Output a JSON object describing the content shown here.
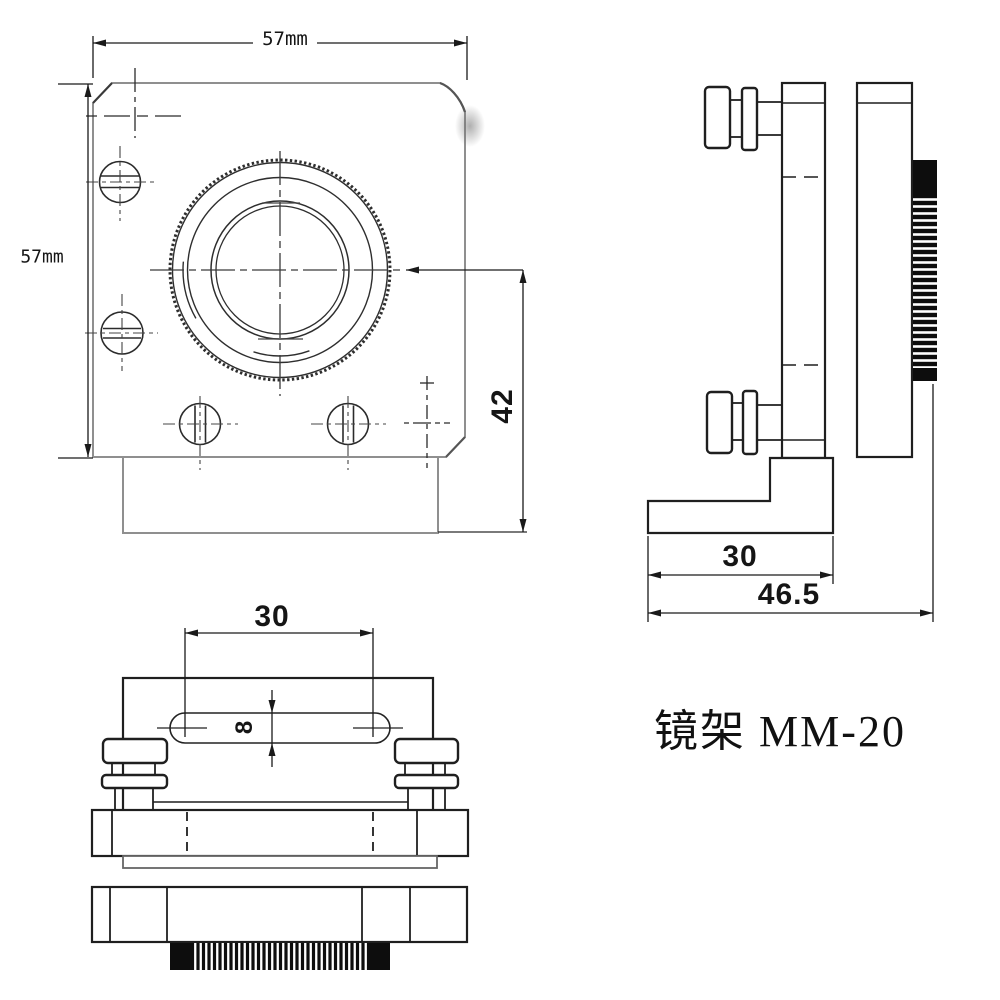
{
  "drawing": {
    "title": "镜架 MM-20",
    "front_view": {
      "width": "57mm",
      "height": "57mm",
      "center_to_base": "42"
    },
    "side_view": {
      "bracket_base_depth": "30",
      "total_depth": "46.5"
    },
    "top_view": {
      "slot_length": "30",
      "slot_width": "8"
    }
  },
  "colors": {
    "background": "#ffffff",
    "outline_gray": "#8f8f8f",
    "line_dark": "#1f1f1f",
    "knurl_black": "#0d0d0d"
  }
}
